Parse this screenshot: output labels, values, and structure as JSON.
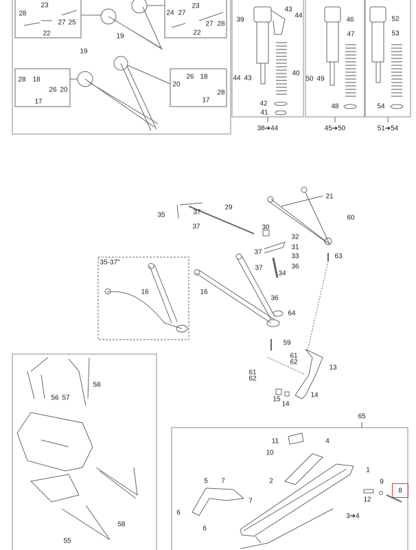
{
  "labels": {
    "tl": [
      "23",
      "28",
      "27",
      "25",
      "22",
      "23",
      "24",
      "27",
      "27",
      "28",
      "22",
      "19",
      "19",
      "28",
      "18",
      "26",
      "20",
      "17",
      "20",
      "26",
      "18",
      "28",
      "17"
    ],
    "shock": [
      "39",
      "43",
      "44",
      "40",
      "44",
      "43",
      "42",
      "41",
      "38➔44",
      "46",
      "47",
      "50",
      "49",
      "48",
      "45➔50",
      "52",
      "53",
      "54",
      "51➔54"
    ],
    "mid": [
      "29",
      "35",
      "37",
      "37",
      "21",
      "60",
      "30",
      "32",
      "31",
      "37",
      "33",
      "63",
      "35-37\"",
      "37",
      "36",
      "34",
      "16",
      "16",
      "36",
      "64",
      "59",
      "61",
      "62",
      "13",
      "61",
      "62",
      "15",
      "14",
      "14"
    ],
    "bl": [
      "58",
      "56",
      "57",
      "58",
      "55"
    ],
    "ski": [
      "65",
      "11",
      "4",
      "10",
      "1",
      "2",
      "5",
      "7",
      "7",
      "9",
      "8",
      "12",
      "6",
      "6",
      "3➔4"
    ]
  },
  "colors": {
    "line": "#555555",
    "frame": "#777777",
    "highlight": "#d9363e"
  }
}
